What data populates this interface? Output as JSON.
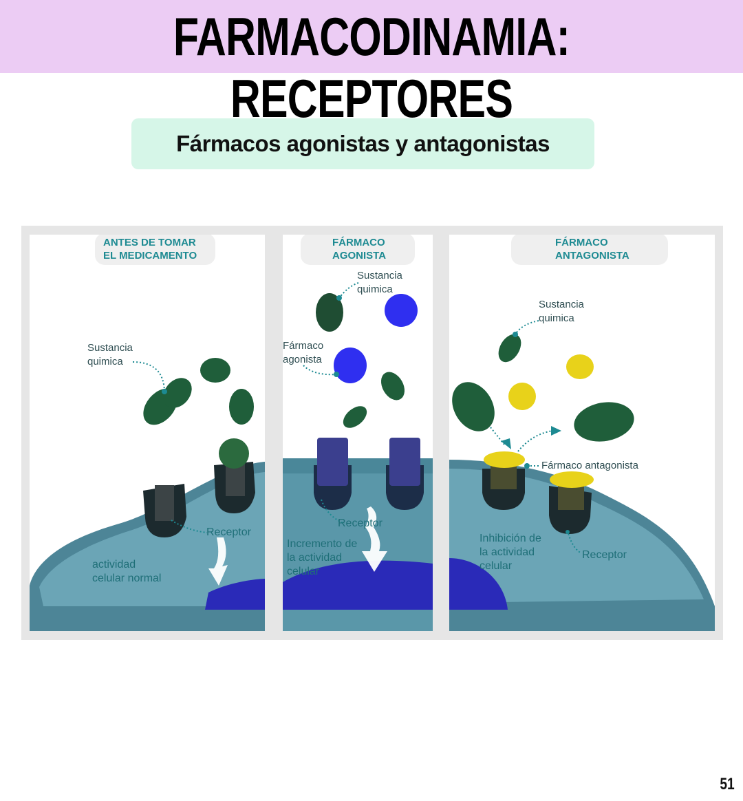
{
  "header": {
    "title": "FARMACODINAMIA: RECEPTORES",
    "background": "#ecccf4"
  },
  "subtitle": {
    "text": "Fármacos agonistas y antagonistas",
    "background": "#d6f6e8"
  },
  "figure": {
    "panels": [
      {
        "heading_line1": "ANTES DE TOMAR",
        "heading_line2": "EL MEDICAMENTO",
        "labels": {
          "chemical_line1": "Sustancia",
          "chemical_line2": "quimica",
          "receptor": "Receptor",
          "effect_line1": "actividad",
          "effect_line2": "celular normal"
        }
      },
      {
        "heading_line1": "FÁRMACO",
        "heading_line2": "AGONISTA",
        "labels": {
          "chemical_line1": "Sustancia",
          "chemical_line2": "quimica",
          "drug_line1": "Fármaco",
          "drug_line2": "agonista",
          "receptor": "Receptor",
          "effect_line1": "Incremento de",
          "effect_line2": "la actividad",
          "effect_line3": "celular"
        }
      },
      {
        "heading_line1": "FÁRMACO",
        "heading_line2": "ANTAGONISTA",
        "labels": {
          "chemical_line1": "Sustancia",
          "chemical_line2": "quimica",
          "drug": "Fármaco antagonista",
          "receptor": "Receptor",
          "effect_line1": "Inhibición de",
          "effect_line2": "la actividad",
          "effect_line3": "celular"
        }
      }
    ],
    "colors": {
      "heading": "#1d8a92",
      "chemical": "#1f5e3a",
      "agonist": "#2f2ff0",
      "antagonist": "#e8d21a",
      "cell": "#5f9fb0",
      "nucleus": "#2a2ab8"
    }
  },
  "page_number": "51"
}
